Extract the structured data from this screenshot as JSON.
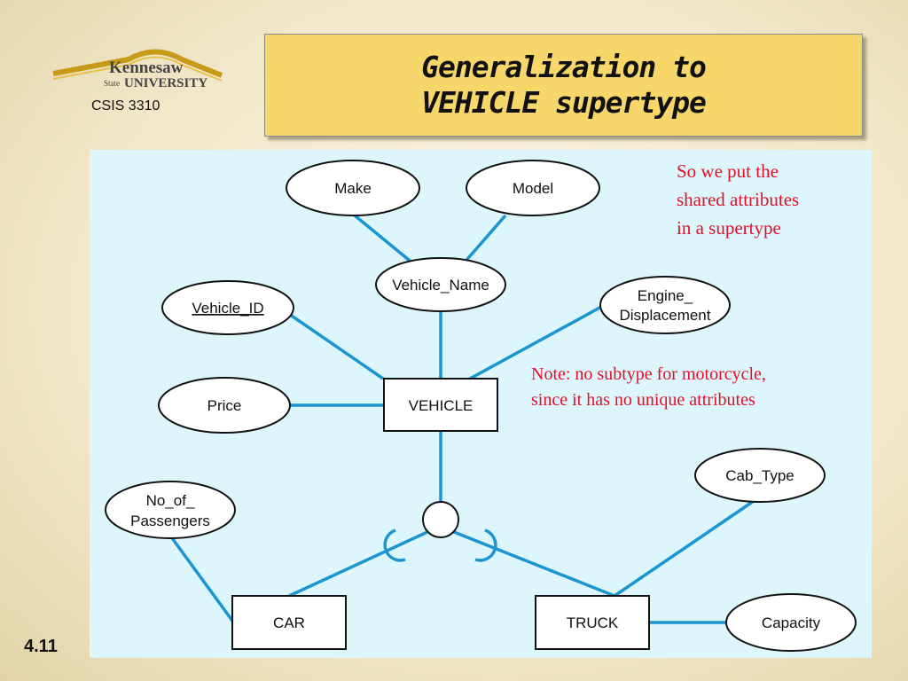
{
  "header": {
    "logo_top": "Kennesaw",
    "logo_state": "State",
    "logo_bottom": "UNIVERSITY",
    "course": "CSIS 3310",
    "title_line1": "Generalization to",
    "title_line2": "VEHICLE supertype"
  },
  "diagram": {
    "attributes": {
      "make": "Make",
      "model": "Model",
      "vehicle_name": "Vehicle_Name",
      "vehicle_id": "Vehicle_ID",
      "engine_line1": "Engine_",
      "engine_line2": "Displacement",
      "price": "Price",
      "passengers_line1": "No_of_",
      "passengers_line2": "Passengers",
      "cab_type": "Cab_Type",
      "capacity": "Capacity"
    },
    "entities": {
      "vehicle": "VEHICLE",
      "car": "CAR",
      "truck": "TRUCK"
    }
  },
  "notes": {
    "supertype_line1": "So we put the",
    "supertype_line2": "shared attributes",
    "supertype_line3": "in a supertype",
    "motorcycle_line1": "Note: no subtype for motorcycle,",
    "motorcycle_line2": "since it has no unique attributes"
  },
  "footer": {
    "page_number": "4.11"
  },
  "colors": {
    "title_bg": "#f8d76a",
    "panel_bg": "#dcf6fb",
    "connector": "#1b95d0",
    "note_text": "#e0102a"
  }
}
